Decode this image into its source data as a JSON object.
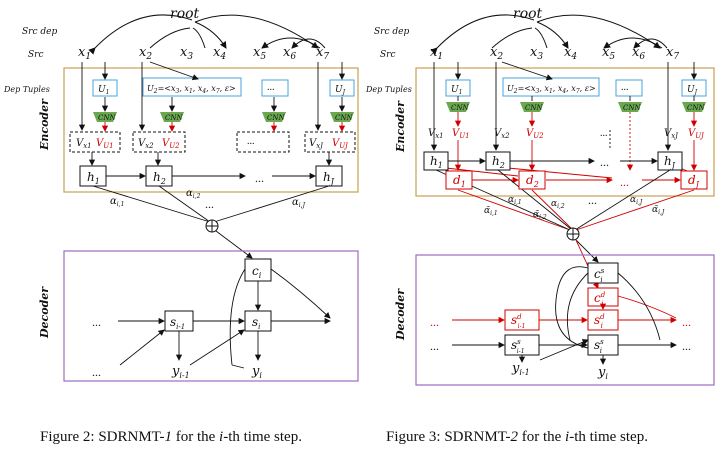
{
  "fig2": {
    "root": "root",
    "src_dep": "Src dep",
    "src": "Src",
    "dep_tuples": "Dep Tuples",
    "encoder": "Encoder",
    "decoder": "Decoder",
    "tokens": [
      "x",
      "x",
      "x",
      "x",
      "x",
      "x",
      "x"
    ],
    "token_subs": [
      "1",
      "2",
      "3",
      "4",
      "5",
      "6",
      "7"
    ],
    "u1": "U",
    "u1_sub": "1",
    "u2": "U",
    "u2_rest": "=<x",
    "u2_tail": ", x",
    "u2_tail2": ", x",
    "u2_tail3": ", x",
    "u2_tail4": ", ε>",
    "uj": "U",
    "uj_sub": "J",
    "dots": "...",
    "cnn": "CNN",
    "vx1": "V",
    "vx1_sub": "x1",
    "vu1": "V",
    "vu1_sub": "U1",
    "vx2": "V",
    "vx2_sub": "x2",
    "vu2": "V",
    "vu2_sub": "U2",
    "vxj": "V",
    "vxj_sub": "xJ",
    "vuj": "V",
    "vuj_sub": "UJ",
    "h": "h",
    "h_subs": [
      "1",
      "2",
      "J"
    ],
    "alpha": "α",
    "alpha_subs": [
      "i,1",
      "i,2",
      "i,J"
    ],
    "c": "c",
    "c_sub": "i",
    "s_prev": "s",
    "s_prev_sub": "i-1",
    "s_cur": "s",
    "s_cur_sub": "i",
    "y_prev": "y",
    "y_prev_sub": "i-1",
    "y_cur": "y",
    "y_cur_sub": "i",
    "caption_pre": "Figure 2: SDRNMT-",
    "caption_num": "1",
    "caption_mid": " for the ",
    "caption_i": "i",
    "caption_post": "-th time step."
  },
  "fig3": {
    "root": "root",
    "src_dep": "Src dep",
    "src": "Src",
    "dep_tuples": "Dep Tuples",
    "encoder": "Encoder",
    "decoder": "Decoder",
    "d": "d",
    "d_subs": [
      "1",
      "2",
      "J"
    ],
    "cs": "c",
    "cs_sup": "s",
    "cs_sub": "i",
    "cd": "c",
    "cd_sup": "d",
    "cd_sub": "i",
    "sd_prev": "s",
    "sd_prev_sup": "d",
    "sd_prev_sub": "i-1",
    "sd_cur": "s",
    "sd_cur_sup": "d",
    "sd_cur_sub": "i",
    "ss_prev": "s",
    "ss_prev_sup": "s",
    "ss_prev_sub": "i-1",
    "ss_cur": "s",
    "ss_cur_sup": "s",
    "ss_cur_sub": "i",
    "alpha_tilde": "α̃",
    "caption_pre": "Figure 3: SDRNMT-",
    "caption_num": "2",
    "caption_mid": " for the ",
    "caption_i": "i",
    "caption_post": "-th time step."
  },
  "colors": {
    "encoder_border": "#c8a050",
    "decoder_border": "#9c6cc0",
    "tuple_border": "#4aa3d8",
    "cnn_fill": "#6aa84f",
    "accent_red": "#d00000"
  }
}
